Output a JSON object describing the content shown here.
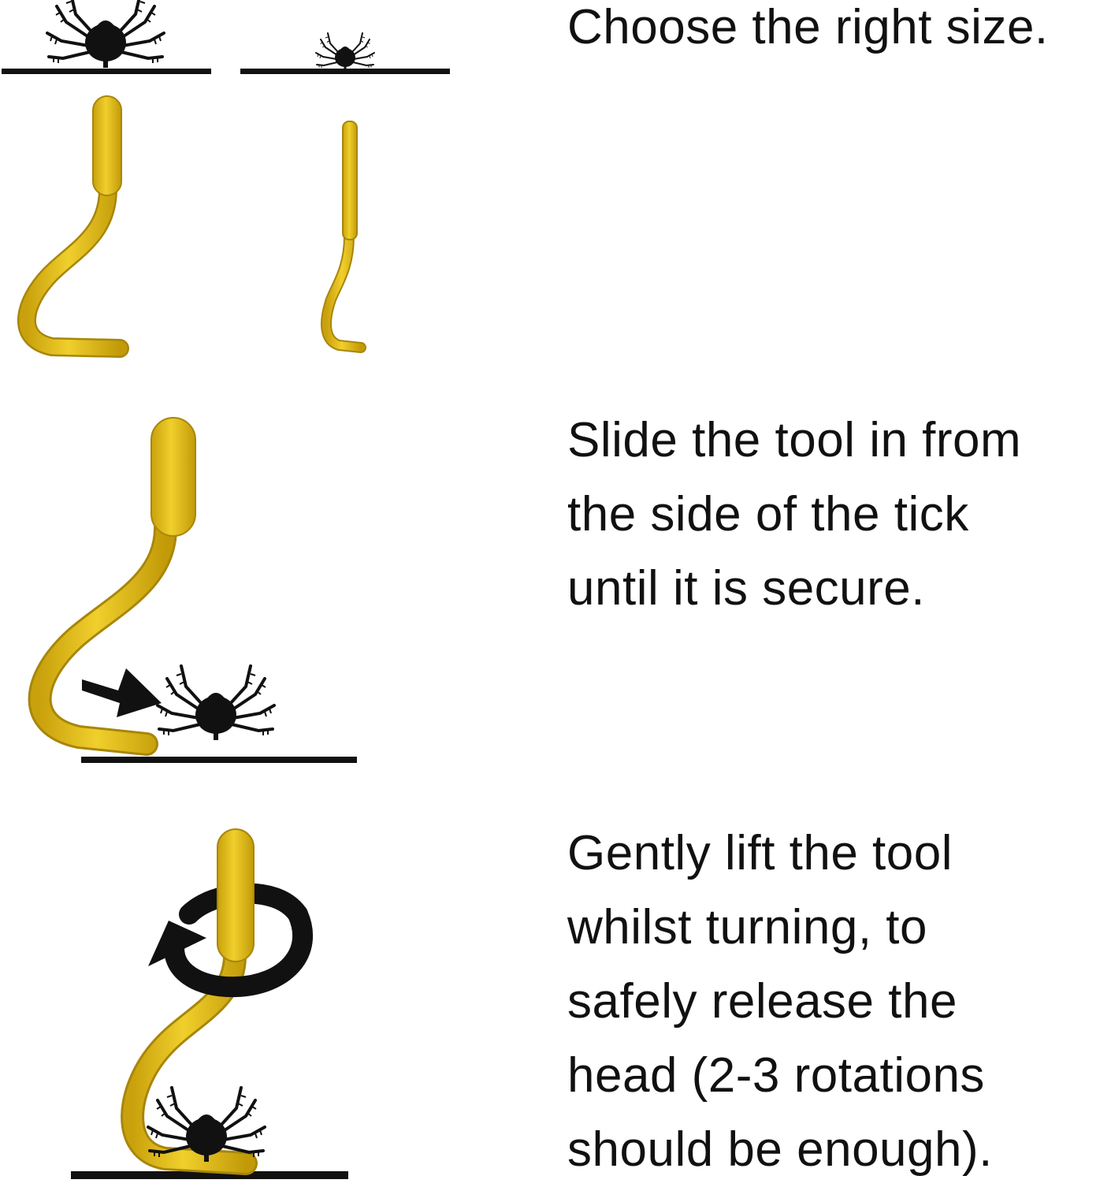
{
  "colors": {
    "tool_fill": "#e8c21c",
    "tool_edge": "#a8860a",
    "ink": "#111111",
    "background": "#ffffff"
  },
  "steps": [
    {
      "icons": [
        "large-tick-icon",
        "small-tick-icon",
        "large-tick-remover-icon",
        "small-tick-remover-icon"
      ],
      "lines": [
        "Choose the right size."
      ]
    },
    {
      "icons": [
        "tick-remover-icon",
        "arrow-right-icon",
        "tick-icon"
      ],
      "lines": [
        "Slide the tool in from",
        "the side of the tick",
        "until it is secure."
      ]
    },
    {
      "icons": [
        "tick-remover-icon",
        "rotation-arrow-icon",
        "tick-icon"
      ],
      "lines": [
        "Gently lift the tool",
        "whilst turning, to",
        "safely release the",
        "head (2-3 rotations",
        "should be enough)."
      ]
    }
  ]
}
